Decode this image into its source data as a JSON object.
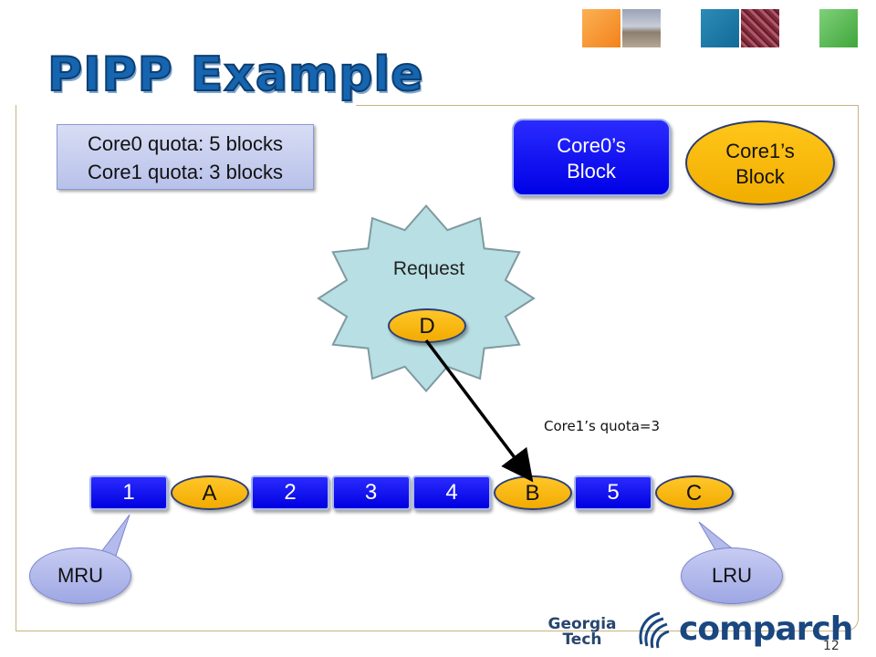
{
  "title": "PIPP Example",
  "quota_box": {
    "line1": "Core0 quota: 5 blocks",
    "line2": "Core1 quota: 3 blocks"
  },
  "legend": {
    "core0": {
      "line1": "Core0’s",
      "line2": "Block",
      "color": "#0000ff"
    },
    "core1": {
      "line1": "Core1’s",
      "line2": "Block",
      "color": "#ffc000"
    }
  },
  "request": {
    "label": "Request",
    "block": "D"
  },
  "quota_note": "Core1’s quota=3",
  "queue": [
    {
      "label": "1",
      "owner": "core0"
    },
    {
      "label": "A",
      "owner": "core1"
    },
    {
      "label": "2",
      "owner": "core0"
    },
    {
      "label": "3",
      "owner": "core0"
    },
    {
      "label": "4",
      "owner": "core0"
    },
    {
      "label": "B",
      "owner": "core1"
    },
    {
      "label": "5",
      "owner": "core0"
    },
    {
      "label": "C",
      "owner": "core1"
    }
  ],
  "insert_position_label": "B",
  "callouts": {
    "mru": "MRU",
    "lru": "LRU"
  },
  "logos": {
    "georgia_line1": "Georgia",
    "georgia_line2": "Tech",
    "comparch": "comparch"
  },
  "page_number": "12"
}
